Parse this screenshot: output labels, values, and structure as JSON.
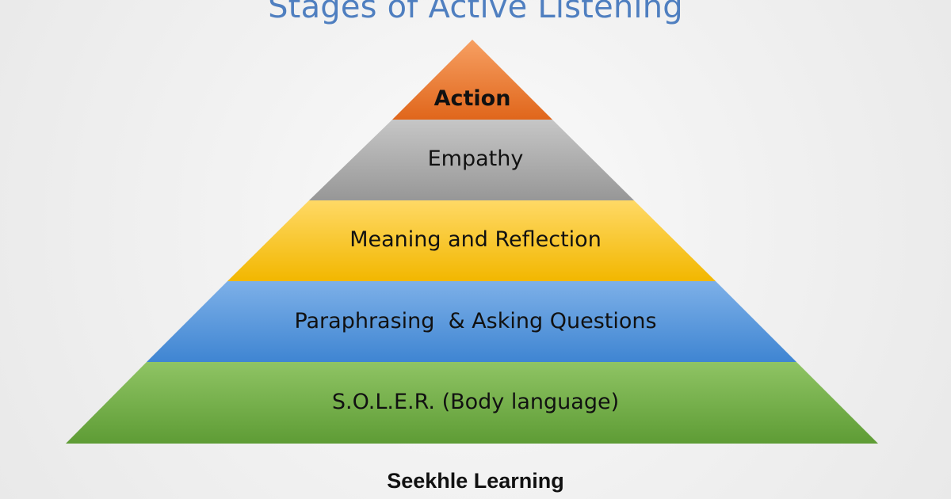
{
  "title": "Stages of Active Listening",
  "layers": [
    {
      "label": "Action",
      "color": "#e36c22"
    },
    {
      "label": "Empathy",
      "color": "#a6a6a6"
    },
    {
      "label": "Meaning and Reflection",
      "color": "#ffc000"
    },
    {
      "label": "Paraphrasing  & Asking Questions",
      "color": "#4f8fd6"
    },
    {
      "label": "S.O.L.E.R. (Body language)",
      "color": "#70ad47"
    }
  ],
  "footer": {
    "brand": "Seekhle Learning"
  }
}
